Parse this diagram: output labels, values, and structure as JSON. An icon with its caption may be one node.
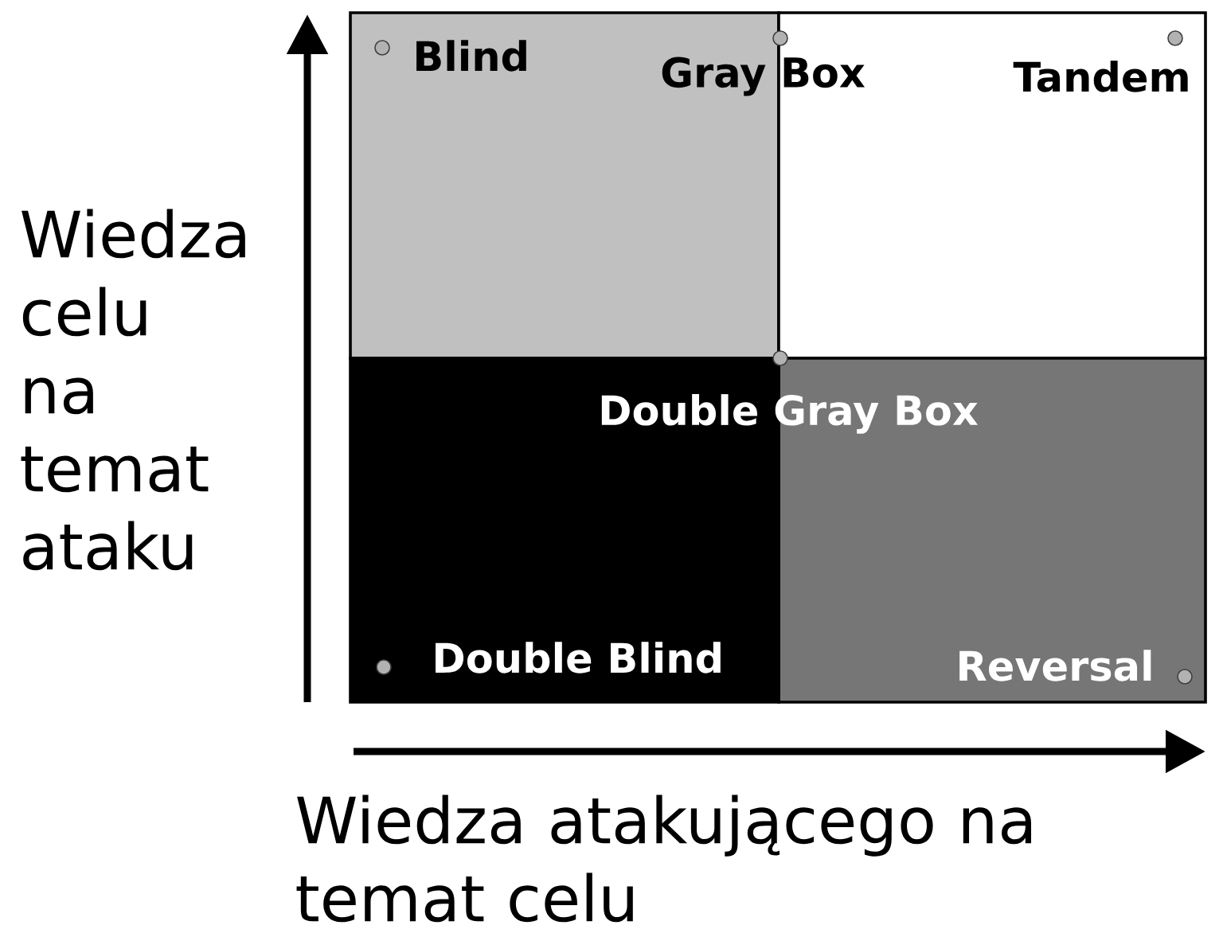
{
  "diagram": {
    "nodes": [
      {
        "text": [
          "Blind"
        ]
      },
      {
        "text": [
          "Tandem"
        ]
      },
      {
        "text": [
          "Double Blind"
        ]
      },
      {
        "text": [
          "Reversal"
        ]
      }
    ],
    "labels": [
      "Gray Box",
      "Wiedza celu na temat ataku",
      "Double Gray Box",
      "Wiedza atakującego na temat celu"
    ]
  }
}
